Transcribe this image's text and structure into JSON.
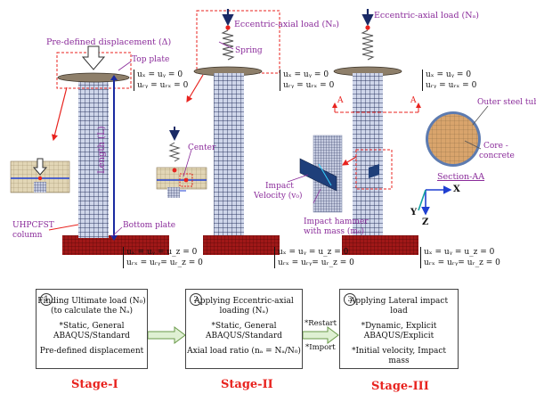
{
  "labels": {
    "predefined_displacement": "Pre-defined displacement (Δ)",
    "top_plate": "Top plate",
    "length": "Length (L)",
    "bottom_plate": "Bottom plate",
    "column": "UHPCFST column",
    "eccentric_load_1": "Eccentric-axial load (Nₐ)",
    "spring": "Spring",
    "center": "Center",
    "eccentric_load_2": "Eccentric-axial load (Nₐ)",
    "section_a_left": "A",
    "section_a_right": "A",
    "outer_steel_tube": "Outer steel tube",
    "core_concrete_1": "Core -",
    "core_concrete_2": "concrete",
    "section_aa": "Section-AA",
    "impact_velocity_1": "Impact",
    "impact_velocity_2": "Velocity (v₀)",
    "impact_hammer_1": "Impact hammer",
    "impact_hammer_2": "with mass (m₀)",
    "axis_x": "X",
    "axis_y": "Y",
    "axis_z": "Z"
  },
  "boundary_conditions": {
    "bc1_top_a": "uₓ = uᵧ = 0",
    "bc1_top_b": "uᵣᵧ = uᵣₓ = 0",
    "bc1_bottom_a": "uₓ = uᵧ = u_z = 0",
    "bc1_bottom_b": "uᵣₓ = uᵣᵧ= uᵣ_z = 0",
    "bc2_top_a": "uₓ = uᵧ = 0",
    "bc2_top_b": "uᵣᵧ = uᵣₓ = 0",
    "bc2_bottom_a": "uₓ = uᵧ = u_z = 0",
    "bc2_bottom_b": "uᵣₓ = uᵣᵧ= uᵣ_z = 0",
    "bc3_top_a": "uₓ = uᵧ = 0",
    "bc3_top_b": "uᵣᵧ = uᵣₓ = 0",
    "bc3_bottom_a": "uₓ = uᵧ = u_z = 0",
    "bc3_bottom_b": "uᵣₓ = uᵣᵧ= uᵣ_z = 0"
  },
  "boxes": [
    {
      "num": "1",
      "lines": [
        "Finding Ultimate load (N₀)",
        "(to calculate the Nₐ)",
        "",
        "*Static, General",
        "ABAQUS/Standard",
        "",
        "Pre-defined displacement"
      ]
    },
    {
      "num": "2",
      "lines": [
        "Applying Eccentric-axial",
        "loading (Nₐ)",
        "",
        "*Static, General",
        "ABAQUS/Standard",
        "",
        "Axial load ratio (nₐ = Nₐ/N₀)"
      ]
    },
    {
      "num": "3",
      "lines": [
        "Applying Lateral impact",
        "load",
        "",
        "*Dynamic, Explicit",
        "ABAQUS/Explicit",
        "",
        "*Initial velocity, Impact mass"
      ]
    }
  ],
  "connectors": {
    "restart": "*Restart",
    "import": "*Import"
  },
  "stages": [
    "Stage-I",
    "Stage-II",
    "Stage-III"
  ],
  "colors": {
    "purple": "#8a2b9a",
    "red": "#e8231f",
    "steel_grid": "#2f3a6b",
    "base_plate": "#8b1a1a",
    "plate_tan": "#d9c9a3",
    "blue": "#1f3fd1",
    "concrete": "#d7a36b"
  }
}
